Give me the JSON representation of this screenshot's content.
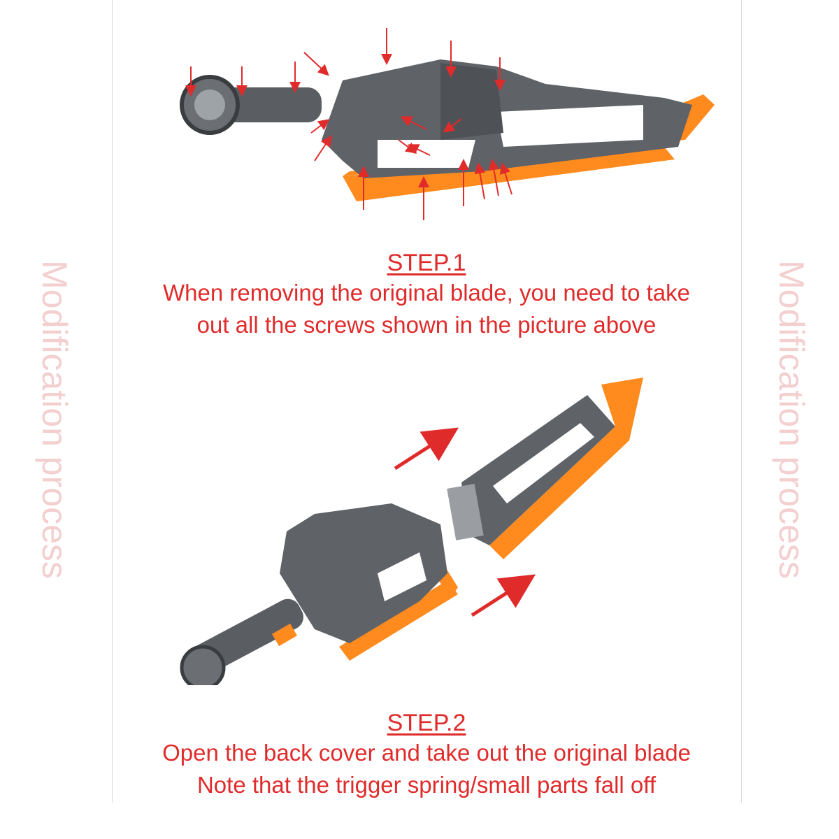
{
  "side_labels": {
    "left": "Modification process",
    "right": "Modification process"
  },
  "step1": {
    "title": "STEP.1",
    "lines": [
      "When removing the original blade, you need to take",
      "out all the screws shown in the picture above"
    ]
  },
  "step2": {
    "title": "STEP.2",
    "lines": [
      "Open the back cover and take out the original blade",
      "Note that the trigger spring/small parts fall off"
    ]
  },
  "colors": {
    "accent": "#e02b2b",
    "blade": "#ff8a1e",
    "body": "#5f6368",
    "watermark": "#f3cfcf"
  },
  "icons": [
    "screw-arrow-icon",
    "direction-arrow-icon",
    "weapon-illustration"
  ]
}
